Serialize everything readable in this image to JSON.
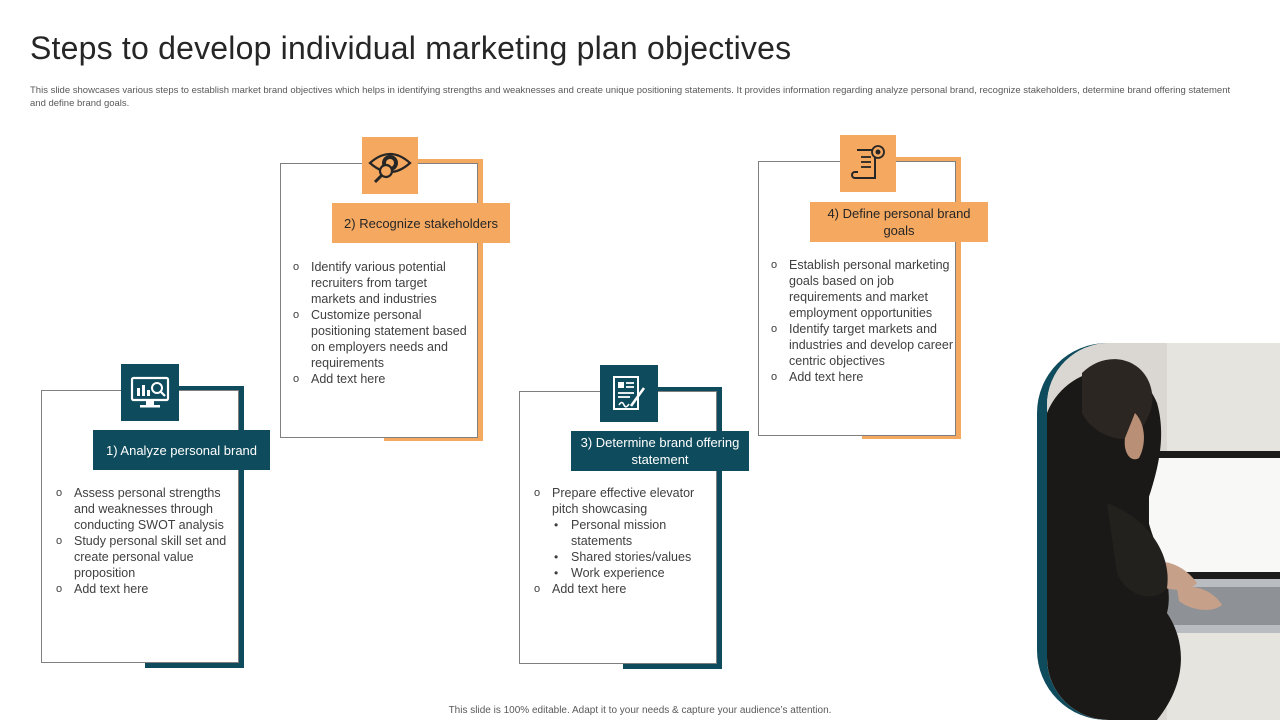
{
  "title": "Steps to develop individual marketing plan objectives",
  "subtitle": "This slide showcases various steps to establish market brand objectives which helps in identifying strengths and weaknesses and create unique positioning statements. It provides information regarding analyze personal brand, recognize stakeholders, determine brand offering statement and define brand goals.",
  "footer": "This slide is 100% editable. Adapt it to your needs & capture your audience’s attention.",
  "colors": {
    "teal": "#0e4b5c",
    "orange": "#f4a860"
  },
  "steps": [
    {
      "label": "1) Analyze personal brand",
      "icon": "monitor-analytics-icon",
      "bullets": [
        "Assess personal strengths and weaknesses through conducting SWOT analysis",
        "Study personal skill set and create personal value proposition",
        "Add text here"
      ]
    },
    {
      "label": "2) Recognize stakeholders",
      "icon": "eye-search-icon",
      "bullets": [
        "Identify various potential recruiters from target markets and industries",
        "Customize personal positioning statement based on employers needs and requirements",
        "Add text here"
      ]
    },
    {
      "label": "3) Determine brand offering statement",
      "icon": "document-signature-icon",
      "bullets": [
        "Prepare effective elevator pitch showcasing",
        "Personal mission statements",
        "Shared stories/values",
        "Work experience",
        "Add text here"
      ]
    },
    {
      "label": "4) Define personal brand goals",
      "icon": "scroll-target-icon",
      "bullets": [
        "Establish personal marketing goals based on job requirements and market employment opportunities",
        "Identify target markets and industries and develop career centric objectives",
        "Add text here"
      ]
    }
  ],
  "photo": {
    "subject": "person-typing-on-laptop"
  }
}
